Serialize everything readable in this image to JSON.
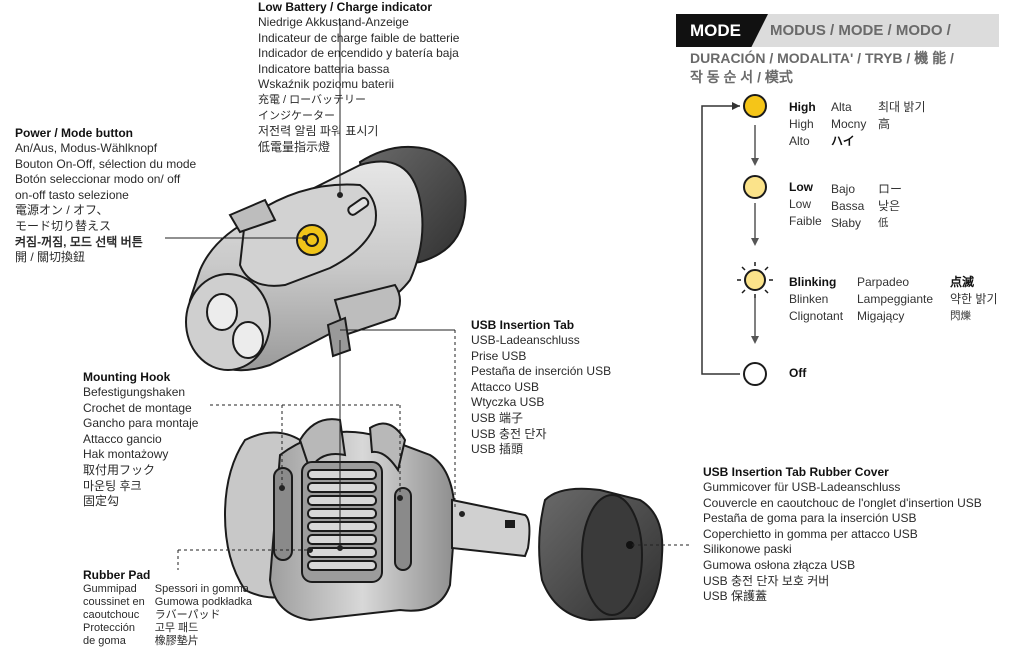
{
  "labels": {
    "low_battery": {
      "title": "Low Battery / Charge indicator",
      "lines": [
        "Niedrige Akkustand-Anzeige",
        "Indicateur de charge faible de batterie",
        "Indicador de encendido y batería baja",
        "Indicatore batteria bassa",
        "Wskaźnik poziomu baterii",
        "充電 / ローバッテリー",
        "インジケーター",
        "저전력 알림 파워 표시기",
        "低電量指示燈"
      ]
    },
    "power_button": {
      "title": "Power / Mode button",
      "lines": [
        "An/Aus, Modus-Wählknopf",
        "Bouton On-Off, sélection du mode",
        "Botón seleccionar modo on/ off",
        "on-off tasto selezione",
        "電源オン / オフ、",
        "モード切り替えス",
        "켜짐-꺼짐, 모드 선택 버튼",
        "開 / 關切換鈕"
      ]
    },
    "mounting_hook": {
      "title": "Mounting Hook",
      "lines": [
        "Befestigungshaken",
        "Crochet de montage",
        "Gancho para montaje",
        "Attacco gancio",
        "Hak montażowy",
        "取付用フック",
        "마운팅 후크",
        "固定勾"
      ]
    },
    "usb_tab": {
      "title": "USB Insertion Tab",
      "lines": [
        "USB-Ladeanschluss",
        "Prise USB",
        "Pestaña de inserción USB",
        "Attacco USB",
        "Wtyczka USB",
        "USB 端子",
        "USB 충전 단자",
        "USB 插頭"
      ]
    },
    "usb_cover": {
      "title": "USB Insertion Tab Rubber Cover",
      "lines": [
        "Gummicover für USB-Ladeanschluss",
        "Couvercle en caoutchouc de l'onglet d'insertion USB",
        "Pestaña de goma para la inserción USB",
        "Coperchietto in gomma per attacco USB",
        "Silikonowe paski",
        "Gumowa osłona złącza USB",
        "USB 충전 단자 보호 커버",
        "USB 保護蓋"
      ]
    },
    "rubber_pad": {
      "title": "Rubber Pad",
      "col1": [
        "Gummipad",
        "coussinet en",
        "caoutchouc",
        "Protección",
        "de goma"
      ],
      "col2": [
        "Spessori in gomma",
        "Gumowa podkładka",
        "ラバーパッド",
        "고무 패드",
        "橡膠墊片"
      ]
    }
  },
  "mode_panel": {
    "header": "MODE",
    "header_rest_line1": "MODUS / MODE /  MODO /",
    "header_rest_line2": "DURACIÓN / MODALITA' / TRYB / 機 能 /",
    "header_rest_line3": "작 동 순 서 / 模式",
    "states": [
      {
        "name": "High",
        "c1": [
          "High",
          "Alto"
        ],
        "c2": [
          "Alta",
          "Mocny",
          "ハイ"
        ],
        "c3": [
          "최대 밝기",
          "高"
        ],
        "color": "#f5c518"
      },
      {
        "name": "Low",
        "c1": [
          "Low",
          "Faible"
        ],
        "c2": [
          "Bajo",
          "Bassa",
          "Słaby"
        ],
        "c3": [
          "ロー",
          "낮은",
          "低"
        ],
        "color": "#fbe38a"
      },
      {
        "name": "Blinking",
        "c1": [
          "Blinken",
          "Clignotant"
        ],
        "c2": [
          "Parpadeo",
          "Lampeggiante",
          "Migający"
        ],
        "c3": [
          "点滅",
          "약한 밝기",
          "閃爍"
        ],
        "color": "#fbe38a"
      },
      {
        "name": "Off",
        "c1": [],
        "c2": [],
        "c3": [],
        "color": "#ffffff"
      }
    ]
  }
}
